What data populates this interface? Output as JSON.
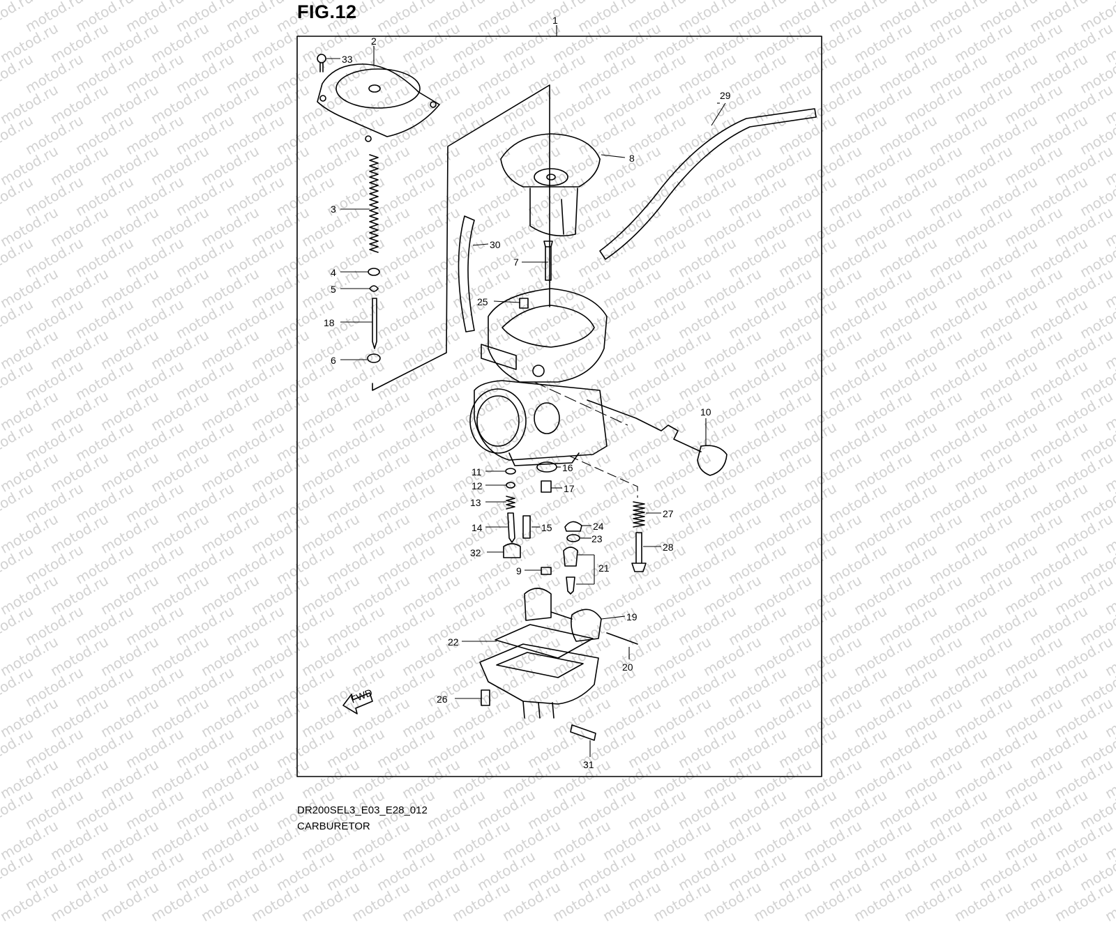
{
  "figure": {
    "title": "FIG.12",
    "code": "DR200SEL3_E03_E28_012",
    "name": "CARBURETOR"
  },
  "watermark": {
    "text": "motod.ru",
    "color": "#d2d2d2"
  },
  "fwd_label": "FWD",
  "callouts": [
    {
      "id": "1",
      "label": "1"
    },
    {
      "id": "2",
      "label": "2"
    },
    {
      "id": "3",
      "label": "3"
    },
    {
      "id": "4",
      "label": "4"
    },
    {
      "id": "5",
      "label": "5"
    },
    {
      "id": "6",
      "label": "6"
    },
    {
      "id": "7",
      "label": "7"
    },
    {
      "id": "8",
      "label": "8"
    },
    {
      "id": "9",
      "label": "9"
    },
    {
      "id": "10",
      "label": "10"
    },
    {
      "id": "11",
      "label": "11"
    },
    {
      "id": "12",
      "label": "12"
    },
    {
      "id": "13",
      "label": "13"
    },
    {
      "id": "14",
      "label": "14"
    },
    {
      "id": "15",
      "label": "15"
    },
    {
      "id": "16",
      "label": "16"
    },
    {
      "id": "17",
      "label": "17"
    },
    {
      "id": "18",
      "label": "18"
    },
    {
      "id": "19",
      "label": "19"
    },
    {
      "id": "20",
      "label": "20"
    },
    {
      "id": "21",
      "label": "21"
    },
    {
      "id": "22",
      "label": "22"
    },
    {
      "id": "23",
      "label": "23"
    },
    {
      "id": "24",
      "label": "24"
    },
    {
      "id": "25",
      "label": "25"
    },
    {
      "id": "26",
      "label": "26"
    },
    {
      "id": "27",
      "label": "27"
    },
    {
      "id": "28",
      "label": "28"
    },
    {
      "id": "29",
      "label": "29"
    },
    {
      "id": "30",
      "label": "30"
    },
    {
      "id": "31",
      "label": "31"
    },
    {
      "id": "32",
      "label": "32"
    },
    {
      "id": "33",
      "label": "33"
    }
  ]
}
